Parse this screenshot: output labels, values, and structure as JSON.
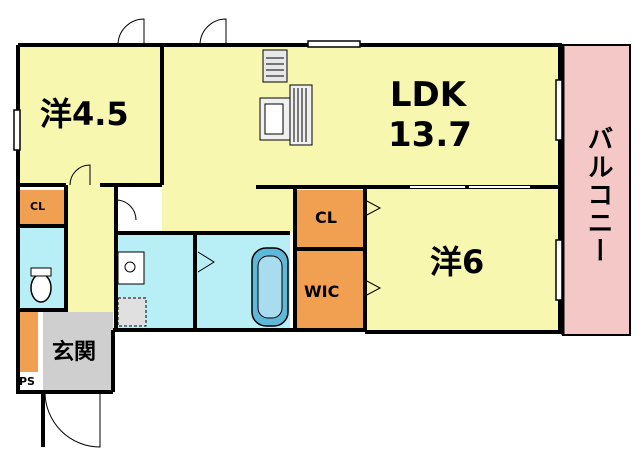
{
  "rooms": {
    "western_small": "洋4.5",
    "ldk_name": "LDK",
    "ldk_size": "13.7",
    "western_large": "洋6",
    "closet_top": "CL",
    "closet_left": "CL",
    "walk_in_closet": "WIC",
    "entrance": "玄関",
    "pipe_space": "PS",
    "balcony": "バルコニー"
  },
  "colors": {
    "room": "#f7f7b0",
    "storage": "#f0a050",
    "wet_area": "#b8eef5",
    "entrance": "#cfcfcf",
    "balcony": "#f5c8c8",
    "wall": "#000000"
  }
}
